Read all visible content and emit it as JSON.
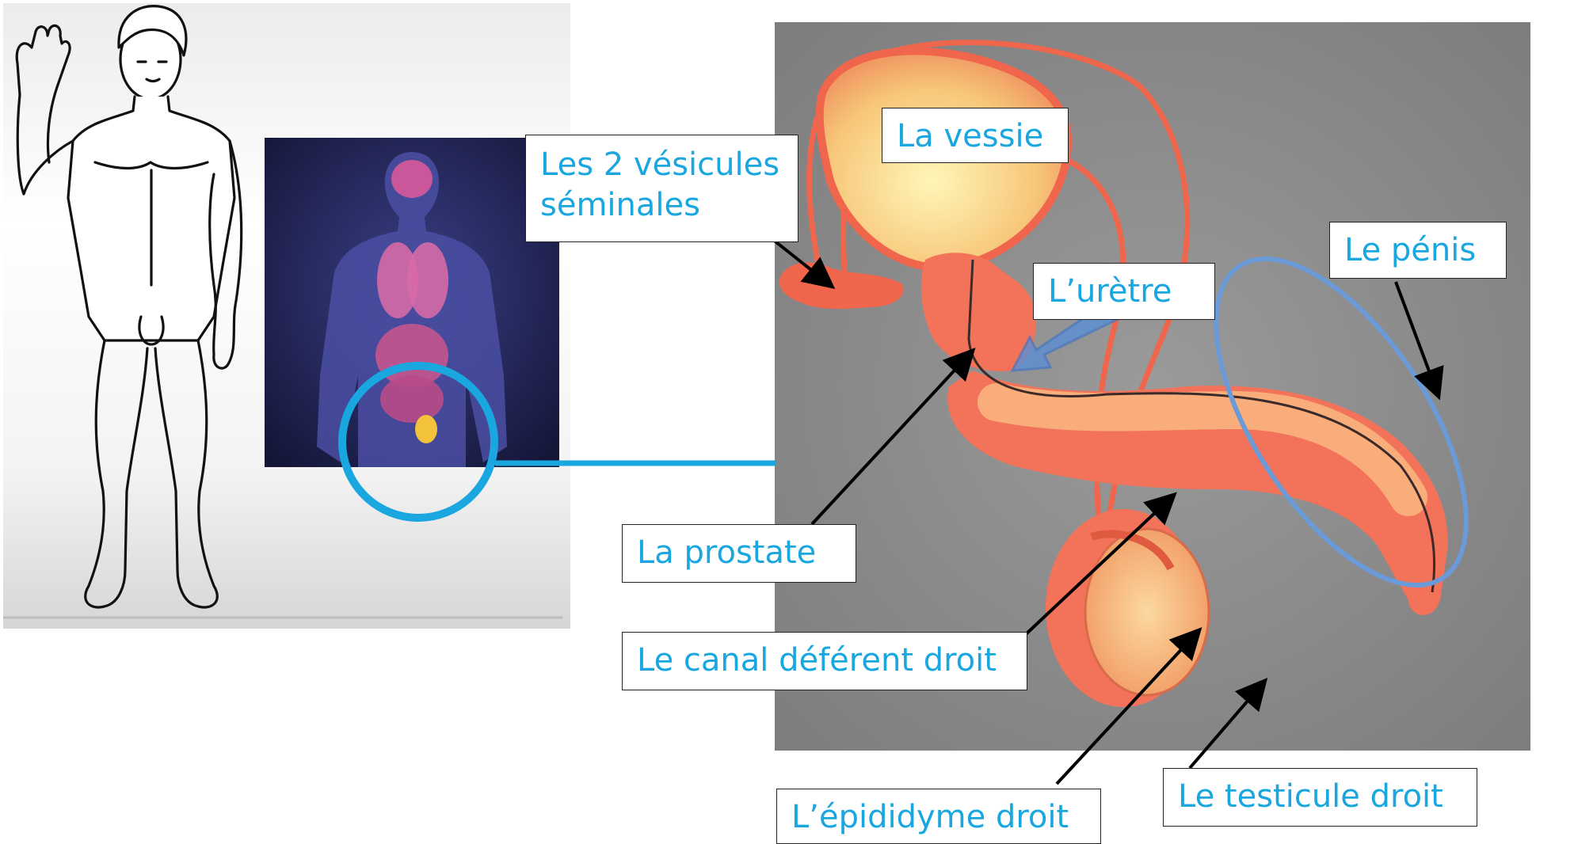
{
  "labels": {
    "vesicules_line1": "Les 2 vésicules",
    "vesicules_line2": "séminales",
    "vessie": "La vessie",
    "uretre": "L’urètre",
    "penis": "Le pénis",
    "prostate": "La prostate",
    "canal": "Le canal déférent droit",
    "epididyme": "L’épididyme droit",
    "testicule": "Le testicule droit"
  },
  "colors": {
    "label_text": "#1aa7e0",
    "connector": "#1aa7e0",
    "highlight_ring": "#1aa7e0",
    "penis_outline": "#6a9ad8",
    "urethra_arrow": "#5b8fd6",
    "organ": "#f2735a",
    "panel_bg": "#8d8d8d"
  },
  "icons": {
    "zoom_marker": "circle-highlight-icon",
    "urethra_pointer": "block-arrow-icon"
  }
}
